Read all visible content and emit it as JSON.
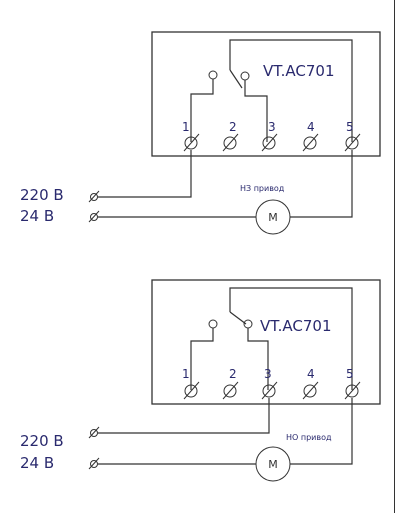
{
  "diagrams": [
    {
      "device_label": "VT.AC701",
      "terminals": [
        "1",
        "2",
        "3",
        "4",
        "5"
      ],
      "voltage_labels": [
        "220 В",
        "24 В"
      ],
      "actuator_label": "НЗ привод",
      "motor_label": "M",
      "wiring": {
        "line_220v_terminal": "1",
        "common_terminal": "5"
      }
    },
    {
      "device_label": "VT.AC701",
      "terminals": [
        "1",
        "2",
        "3",
        "4",
        "5"
      ],
      "voltage_labels": [
        "220 В",
        "24 В"
      ],
      "actuator_label": "НО привод",
      "motor_label": "M",
      "wiring": {
        "line_220v_terminal": "3",
        "common_terminal": "5"
      }
    }
  ],
  "colors": {
    "text": "#2a2a6e",
    "line": "#333333"
  }
}
